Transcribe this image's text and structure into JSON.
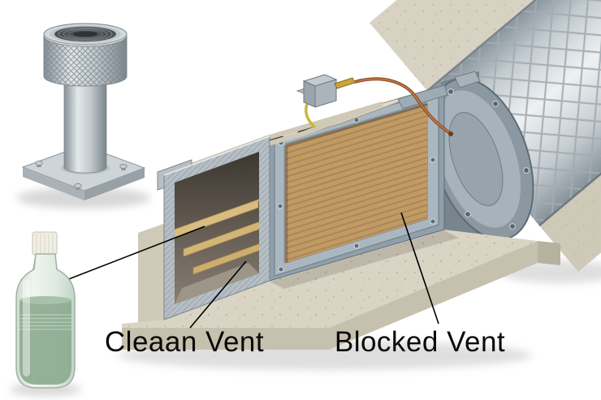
{
  "scene": {
    "background": "#ffffff"
  },
  "annotations": {
    "clean_vent": "Cleaan Vent",
    "blocked_vent": "Blocked Vent"
  },
  "parts": {
    "vent_cap": "threaded-vent-cap",
    "bottle": "cleaner-bottle",
    "duct": "duct-cutaway",
    "slats": "clean-vent-slats",
    "panel": "blocked-vent-panel",
    "flange": "pipe-flange",
    "pipe": "insulated-pipe",
    "valve": "valve-fitting",
    "wire": "copper-wire",
    "base": "concrete-base"
  },
  "colors": {
    "concrete": "#d9d4c4",
    "concrete_dark": "#c6c0ae",
    "metal": "#aab7c0",
    "metal_dark": "#8fa0ab",
    "panel_tan": "#c19a64",
    "wood": "#ead7a1",
    "copper": "#8a4f26",
    "brass": "#c9a43c",
    "liquid": "#8cab90",
    "label_text": "#0a0a0a"
  }
}
